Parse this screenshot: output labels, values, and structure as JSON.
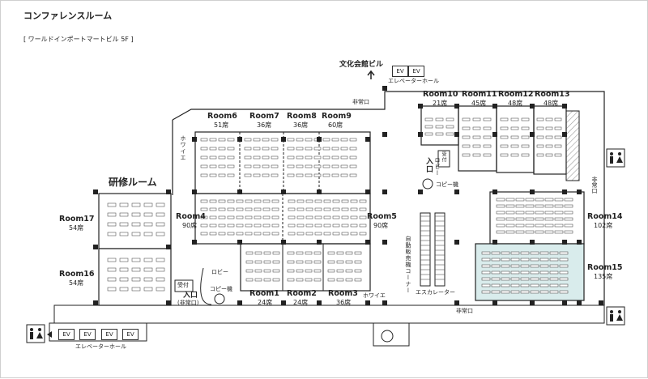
{
  "header": {
    "title": "コンファレンスルーム",
    "subtitle": "[ ワールドインポートマートビル 5F ]"
  },
  "rooms": {
    "room6": {
      "name": "Room6",
      "seats": "51席"
    },
    "room7": {
      "name": "Room7",
      "seats": "36席"
    },
    "room8": {
      "name": "Room8",
      "seats": "36席"
    },
    "room9": {
      "name": "Room9",
      "seats": "60席"
    },
    "room4": {
      "name": "Room4",
      "seats": "90席"
    },
    "room5": {
      "name": "Room5",
      "seats": "90席"
    },
    "room1": {
      "name": "Room1",
      "seats": "24席"
    },
    "room2": {
      "name": "Room2",
      "seats": "24席"
    },
    "room3": {
      "name": "Room3",
      "seats": "36席"
    },
    "room10": {
      "name": "Room10",
      "seats": "21席"
    },
    "room11": {
      "name": "Room11",
      "seats": "45席"
    },
    "room12": {
      "name": "Room12",
      "seats": "48席"
    },
    "room13": {
      "name": "Room13",
      "seats": "48席"
    },
    "room14": {
      "name": "Room14",
      "seats": "102席"
    },
    "room15": {
      "name": "Room15",
      "seats": "135席"
    },
    "room16": {
      "name": "Room16",
      "seats": "54席"
    },
    "room17": {
      "name": "Room17",
      "seats": "54席"
    }
  },
  "labels": {
    "training_room": "研修ルーム",
    "bunka_kaikan": "文化会館ビル",
    "ev": "EV",
    "elevator_hall": "エレベーターホール",
    "emergency_exit": "非常口",
    "foyer": "ホワイエ",
    "lobby": "ロビー",
    "copier": "コピー機",
    "reception": "受付",
    "entrance": "入口",
    "entrance_emergency": "(非常口)",
    "escalator": "エスカレーター",
    "vending_corner": "自動販売機コーナー",
    "lobby_vertical": "ロビー"
  },
  "colors": {
    "line": "#222222",
    "highlight": "#d9ecec",
    "hatch": "#9a9a9a"
  }
}
